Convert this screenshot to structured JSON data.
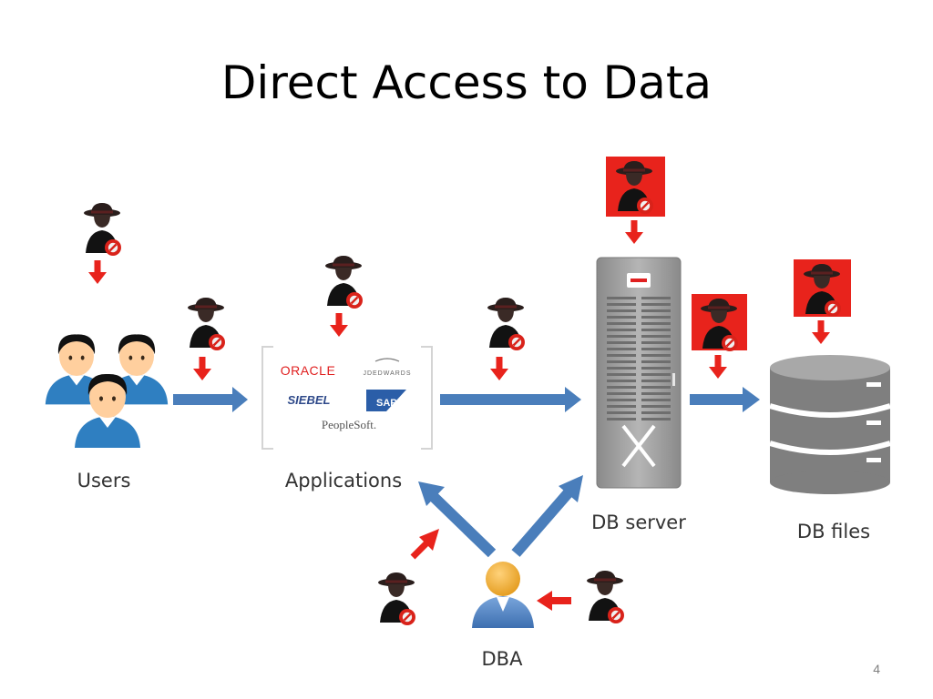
{
  "slide": {
    "title": "Direct Access to Data",
    "page_number": "4"
  },
  "labels": {
    "users": "Users",
    "applications": "Applications",
    "db_server": "DB server",
    "db_files": "DB files",
    "dba": "DBA"
  },
  "app_logos": {
    "oracle": "ORACLE",
    "jd_edwards": "JDEDWARDS",
    "siebel": "SIEBEL",
    "sap": "SAP",
    "peoplesoft": "PeopleSoft."
  },
  "colors": {
    "flow_arrow": "#4a7ebb",
    "threat_arrow": "#e8231c",
    "threat_box": "#e8231c",
    "server": "#8c8c8c",
    "db_files": "#7f7f7f"
  },
  "icons": {
    "attacker": "hacker-icon",
    "users": "users-group-icon",
    "dba": "dba-person-icon",
    "server": "server-rack-icon",
    "database": "database-cylinder-icon"
  }
}
